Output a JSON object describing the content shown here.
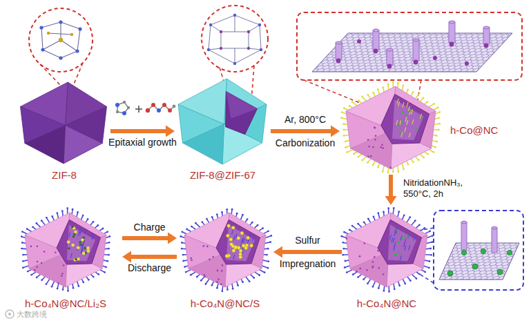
{
  "diagram": {
    "nodes": [
      {
        "text": [
          "ZIF-8"
        ]
      },
      {
        "text": [
          "ZIF-8@ZIF-67"
        ]
      },
      {
        "text": [
          "h-Co@NC"
        ]
      },
      {
        "text": [
          "h-Co₄N@NC"
        ]
      },
      {
        "text": [
          "h-Co₄N@NC/S"
        ]
      },
      {
        "text": [
          "h-Co₄N@NC/Li₂S"
        ]
      }
    ],
    "edges": [
      {
        "from": 0,
        "to": 1,
        "label": "Epitaxial growth",
        "arrow": "to"
      },
      {
        "from": 1,
        "to": 2,
        "label": "Ar, 800°C Carbonization",
        "arrow": "to"
      },
      {
        "from": 2,
        "to": 3,
        "label": "NitridationNH₃, 550°C, 2h",
        "arrow": "to"
      },
      {
        "from": 3,
        "to": 4,
        "label": "Sulfur Impregnation",
        "arrow": "to"
      },
      {
        "from": 5,
        "to": 4,
        "label": "Charge",
        "arrow": "to"
      },
      {
        "from": 4,
        "to": 5,
        "label": "Discharge",
        "arrow": "to"
      }
    ],
    "labels": [
      "大数跨境"
    ]
  }
}
